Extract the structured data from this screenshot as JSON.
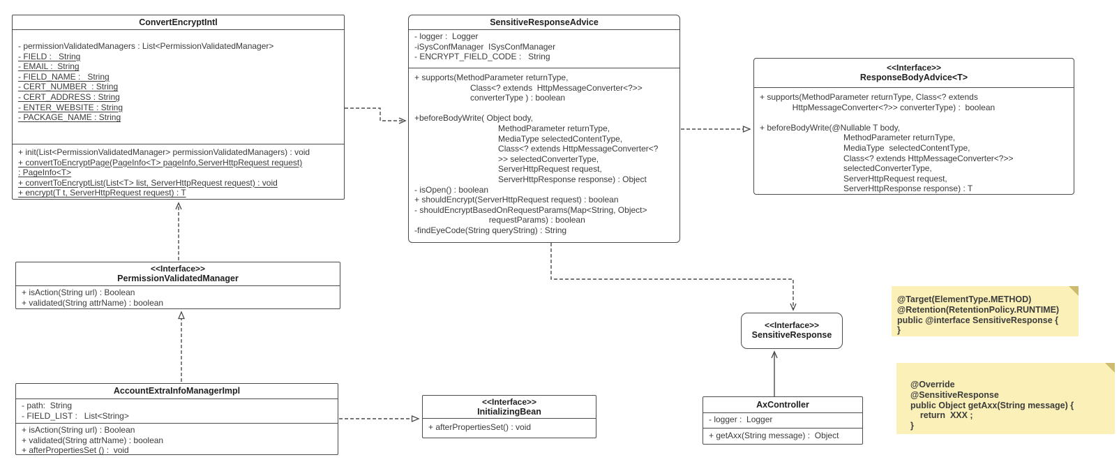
{
  "colors": {
    "border": "#4a4a4a",
    "note_bg": "#faf0b8",
    "note_fold": "#cdbc6f",
    "box_bg": "#ffffff",
    "text": "#3a3a3a"
  },
  "classes": {
    "convert_encrypt_intl": {
      "title": "ConvertEncryptIntl",
      "attributes": [
        {
          "t": "- permissionValidatedManagers : List<PermissionValidatedManager>"
        },
        {
          "t": "- FIELD :   String",
          "u": true
        },
        {
          "t": "- EMAIL :  String",
          "u": true
        },
        {
          "t": "- FIELD_NAME :   String",
          "u": true
        },
        {
          "t": "- CERT_NUMBER  : String",
          "u": true
        },
        {
          "t": "- CERT_ADDRESS : String",
          "u": true
        },
        {
          "t": "- ENTER_WEBSITE : String",
          "u": true
        },
        {
          "t": "- PACKAGE_NAME : String",
          "u": true
        }
      ],
      "methods": [
        {
          "t": "+ init(List<PermissionValidatedManager> permissionValidatedManagers) : void"
        },
        {
          "t": "+ convertToEncryptPage(PageInfo<T> pageInfo,ServerHttpRequest request)",
          "u": true
        },
        {
          "t": ": PageInfo<T>",
          "u": true
        },
        {
          "t": "+ convertToEncryptList(List<T> list, ServerHttpRequest request) : void",
          "u": true
        },
        {
          "t": "+ encrypt(T t, ServerHttpRequest request) : T",
          "u": true
        }
      ]
    },
    "sensitive_response_advice": {
      "title": "SensitiveResponseAdvice",
      "attributes": [
        {
          "t": "- logger :  Logger"
        },
        {
          "t": "-iSysConfManager  ISysConfManager"
        },
        {
          "t": "- ENCRYPT_FIELD_CODE :   String"
        }
      ],
      "methods": [
        {
          "t": "+ supports(MethodParameter returnType,"
        },
        {
          "t": "                        Class<? extends  HttpMessageConverter<?>>"
        },
        {
          "t": "                        converterType ) : boolean"
        },
        {
          "t": ""
        },
        {
          "t": "+beforeBodyWrite( Object body,"
        },
        {
          "t": "                                    MethodParameter returnType,"
        },
        {
          "t": "                                    MediaType selectedContentType,"
        },
        {
          "t": "                                    Class<? extends HttpMessageConverter<?"
        },
        {
          "t": "                                    >> selectedConverterType,"
        },
        {
          "t": "                                    ServerHttpRequest request,"
        },
        {
          "t": "                                    ServerHttpResponse response) : Object"
        },
        {
          "t": "- isOpen() : boolean"
        },
        {
          "t": "+ shouldEncrypt(ServerHttpRequest request) : boolean"
        },
        {
          "t": "- shouldEncryptBasedOnRequestParams(Map<String, Object>"
        },
        {
          "t": "                                requestParams) : boolean"
        },
        {
          "t": "-findEyeCode(String queryString) : String"
        }
      ]
    },
    "response_body_advice": {
      "stereotype": "<<Interface>>",
      "title": "ResponseBodyAdvice<T>",
      "methods": [
        {
          "t": "+ supports(MethodParameter returnType, Class<? extends"
        },
        {
          "t": "              HttpMessageConverter<?>> converterType) :  boolean"
        },
        {
          "t": ""
        },
        {
          "t": "+ beforeBodyWrite(@Nullable T body,"
        },
        {
          "t": "                                    MethodParameter returnType,"
        },
        {
          "t": "                                    MediaType  selectedContentType,"
        },
        {
          "t": "                                    Class<? extends HttpMessageConverter<?>>"
        },
        {
          "t": "                                    selectedConverterType,"
        },
        {
          "t": "                                    ServerHttpRequest request,"
        },
        {
          "t": "                                    ServerHttpResponse response) : T"
        }
      ]
    },
    "permission_validated_manager": {
      "stereotype": "<<Interface>>",
      "title": "PermissionValidatedManager",
      "methods": [
        {
          "t": "+ isAction(String url) : Boolean"
        },
        {
          "t": "+ validated(String attrName) : boolean"
        }
      ]
    },
    "account_extra_info_manager_impl": {
      "title": "AccountExtraInfoManagerImpl",
      "attributes": [
        {
          "t": "- path:  String"
        },
        {
          "t": "- FIELD_LIST :   List<String>"
        }
      ],
      "methods": [
        {
          "t": "+ isAction(String url) : Boolean"
        },
        {
          "t": "+ validated(String attrName) : boolean"
        },
        {
          "t": "+ afterPropertiesSet () :  void"
        }
      ]
    },
    "initializing_bean": {
      "stereotype": "<<Interface>>",
      "title": "InitializingBean",
      "methods": [
        {
          "t": "+ afterPropertiesSet() : void"
        }
      ]
    },
    "sensitive_response": {
      "stereotype": "<<Interface>>",
      "title": "SensitiveResponse"
    },
    "ax_controller": {
      "title": "AxController",
      "attributes": [
        {
          "t": "- logger :  Logger"
        }
      ],
      "methods": [
        {
          "t": "+ getAxx(String message) :  Object"
        }
      ]
    }
  },
  "notes": {
    "annotation_definition": {
      "lines": [
        {
          "t": "@Target(ElementType.METHOD)"
        },
        {
          "t": "@Retention(RetentionPolicy.RUNTIME)"
        },
        {
          "t": "public @interface SensitiveResponse {"
        },
        {
          "t": "}"
        }
      ]
    },
    "usage_example": {
      "lines": [
        {
          "t": "@Override"
        },
        {
          "t": "@SensitiveResponse"
        },
        {
          "t": "public Object getAxx(String message) {"
        },
        {
          "t": "    return  XXX ;"
        },
        {
          "t": "}"
        }
      ]
    }
  }
}
